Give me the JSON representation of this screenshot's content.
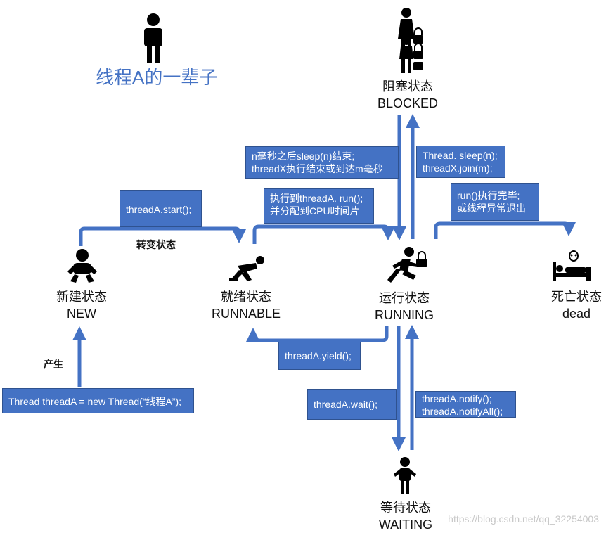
{
  "title": "线程A的一辈子",
  "states": {
    "new": {
      "cn": "新建状态",
      "en": "NEW"
    },
    "runnable": {
      "cn": "就绪状态",
      "en": "RUNNABLE"
    },
    "running": {
      "cn": "运行状态",
      "en": "RUNNING"
    },
    "blocked": {
      "cn": "阻塞状态",
      "en": "BLOCKED"
    },
    "waiting": {
      "cn": "等待状态",
      "en": "WAITING"
    },
    "dead": {
      "cn": "死亡状态",
      "en": "dead"
    }
  },
  "transitions": {
    "create": "Thread threadA = new Thread(“线程A”);",
    "start": "threadA.start();",
    "to_running": "执行到threadA. run();\n并分配到CPU时间片",
    "yield": "threadA.yield();",
    "block": "Thread. sleep(n);\nthreadX.join(m);",
    "unblock": "n毫秒之后sleep(n)结束;\nthreadX执行结束或到达m毫秒",
    "finish": "run()执行完毕;\n或线程异常退出",
    "wait": "threadA.wait();",
    "notify": "threadA.notify();\nthreadA.notifyAll();"
  },
  "labels": {
    "produce": "产生",
    "change_state": "转变状态"
  },
  "watermark": "https://blog.csdn.net/qq_32254003",
  "colors": {
    "accent": "#4472C4",
    "text": "#111111"
  }
}
